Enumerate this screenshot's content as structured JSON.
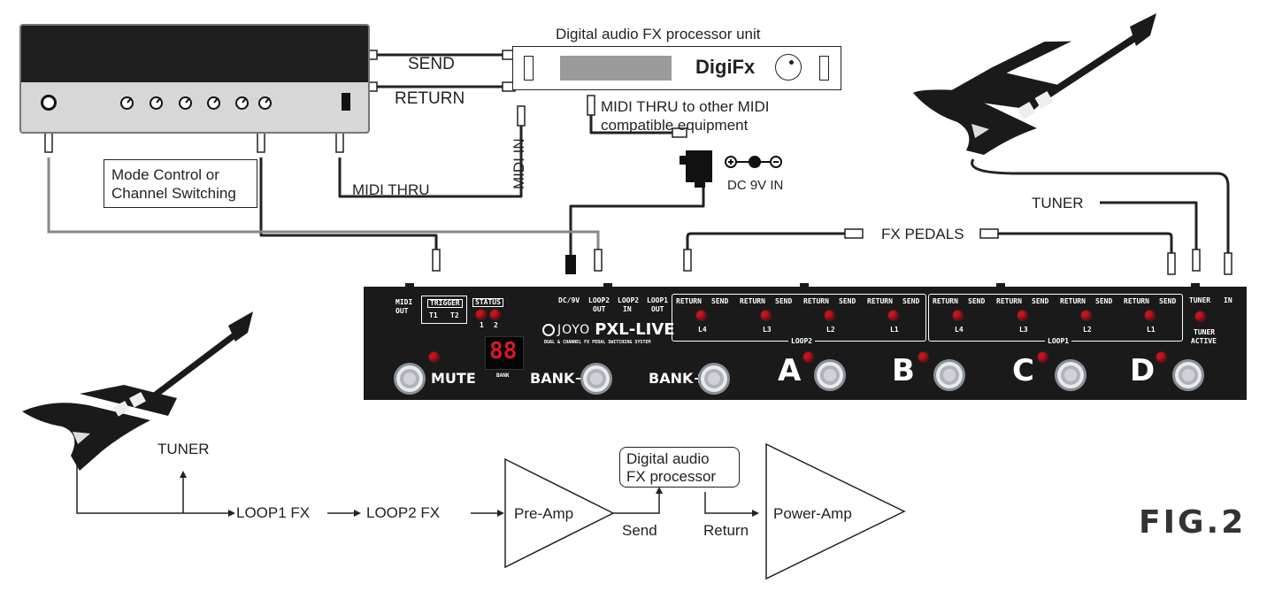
{
  "diagram": {
    "fig_label": "FIG.2",
    "amp": {
      "send_label": "SEND",
      "return_label": "RETURN"
    },
    "fx_unit": {
      "title": "Digital audio FX processor unit",
      "brand": "DigiFx",
      "midi_in_label": "MIDI IN",
      "midi_thru_note_line1": "MIDI THRU to other MIDI",
      "midi_thru_note_line2": "compatible equipment"
    },
    "power": {
      "label": "DC 9V IN"
    },
    "mode_box": {
      "line1": "Mode Control or",
      "line2": "Channel Switching"
    },
    "midi_thru_label": "MIDI THRU",
    "fx_pedals_label": "FX PEDALS",
    "tuner_label_top": "TUNER",
    "pedal": {
      "midi_out": [
        "MIDI",
        "OUT"
      ],
      "trigger": "TRIGGER",
      "trigger_t1": "T1",
      "trigger_t2": "T2",
      "status": "STATUS",
      "status_1": "1",
      "status_2": "2",
      "dc9v": "DC/9V",
      "loop2_out": [
        "LOOP2",
        "OUT"
      ],
      "loop2_in": [
        "LOOP2",
        "IN"
      ],
      "loop1_out": [
        "LOOP1",
        "OUT"
      ],
      "return": "RETURN",
      "send": "SEND",
      "loop2_name": "LOOP2",
      "loop1_name": "LOOP1",
      "l4": "L4",
      "l3": "L3",
      "l2": "L2",
      "l1": "L1",
      "tuner": "TUNER",
      "in": "IN",
      "tuner_active": [
        "TUNER",
        "ACTIVE"
      ],
      "brand": "JOYO",
      "model": "PXL-LIVE",
      "tagline": "DUAL & CHANNEL FX PEDAL SWITCHING SYSTEM",
      "display": "88",
      "bank": "BANK",
      "mute": "MUTE",
      "bank_minus": "BANK−",
      "bank_plus": "BANK+",
      "a": "A",
      "b": "B",
      "c": "C",
      "d": "D"
    },
    "flow": {
      "tuner": "TUNER",
      "loop1": "LOOP1 FX",
      "loop2": "LOOP2 FX",
      "preamp": "Pre-Amp",
      "processor_line1": "Digital audio",
      "processor_line2": "FX processor",
      "send": "Send",
      "return": "Return",
      "poweramp": "Power-Amp"
    }
  }
}
